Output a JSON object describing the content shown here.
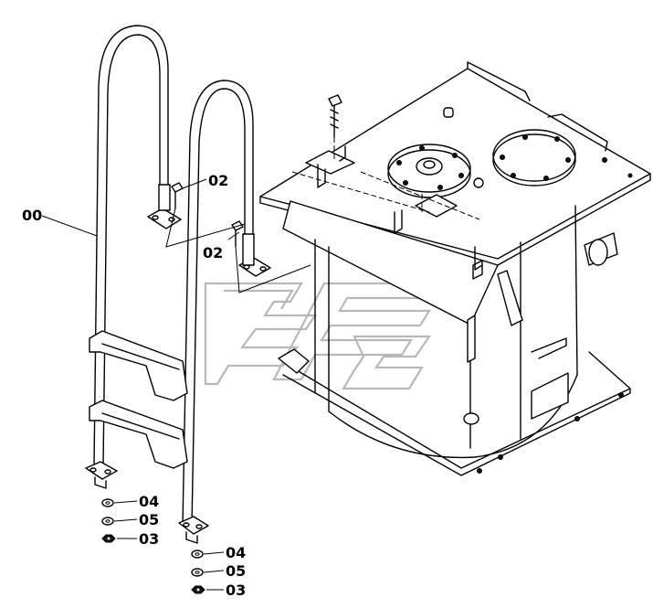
{
  "callouts": {
    "ladder": "00",
    "bolt_upper": "02",
    "bolt_lower": "02",
    "washer_left": "04",
    "spring_left": "05",
    "nut_left": "03",
    "washer_right": "04",
    "spring_right": "05",
    "nut_right": "03"
  },
  "colors": {
    "line": "#000000",
    "background": "#ffffff",
    "watermark": "#b8b8b8"
  }
}
